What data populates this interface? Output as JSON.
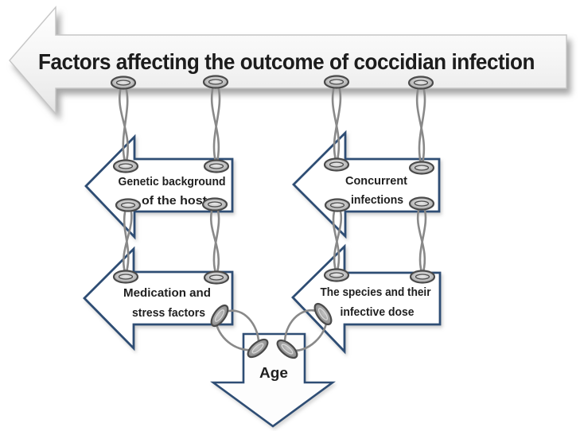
{
  "diagram": {
    "title": "Factors affecting the outcome of coccidian infection",
    "factors": [
      {
        "id": "genetic-background",
        "line1": "Genetic background",
        "line2": "of the host"
      },
      {
        "id": "concurrent-infections",
        "line1": "Concurrent",
        "line2": "infections"
      },
      {
        "id": "medication-stress",
        "line1": "Medication and",
        "line2": "stress factors"
      },
      {
        "id": "species-dose",
        "line1": "The species and their",
        "line2": "infective dose"
      },
      {
        "id": "age",
        "line1": "Age"
      }
    ],
    "colors": {
      "title_arrow_fill": "#f1f1f1",
      "title_text": "#1c1c1c",
      "factor_arrow_border": "#2e4d74",
      "factor_arrow_fill": "#ffffff",
      "factor_text": "#1f1f1f",
      "chain_strand": "#898989",
      "chain_bead_outline": "#4a4a4a",
      "chain_bead_fill": "#b5b5b5"
    }
  }
}
